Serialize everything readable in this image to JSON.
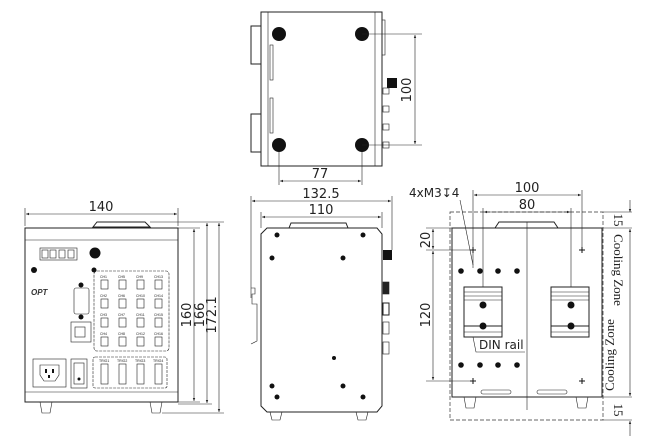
{
  "top_view": {
    "dim_depth": "100",
    "dim_width": "77"
  },
  "side_view": {
    "dim_overall": "132.5",
    "dim_body": "110"
  },
  "front_view": {
    "dim_width": "140",
    "dim_h1": "160",
    "dim_h2": "166",
    "dim_h3": "172.1",
    "logo": "OPT",
    "channels": [
      "CH1",
      "CH2",
      "CH3",
      "CH4",
      "CH5",
      "CH6",
      "CH7",
      "CH8",
      "CH9",
      "CH10",
      "CH11",
      "CH12",
      "CH13",
      "CH14",
      "CH15",
      "CH16"
    ],
    "triggers": [
      "TRIG1",
      "TRIG2",
      "TRIG3",
      "TRIG4"
    ]
  },
  "back_view": {
    "dim_outer": "100",
    "dim_inner": "80",
    "dim_top": "20",
    "dim_holes": "120",
    "hole_callout": "4xM3↧4",
    "din_label": "DIN rail",
    "cooling_top": "15",
    "cooling_bottom": "15",
    "cooling_label": "Cooling Zone"
  }
}
